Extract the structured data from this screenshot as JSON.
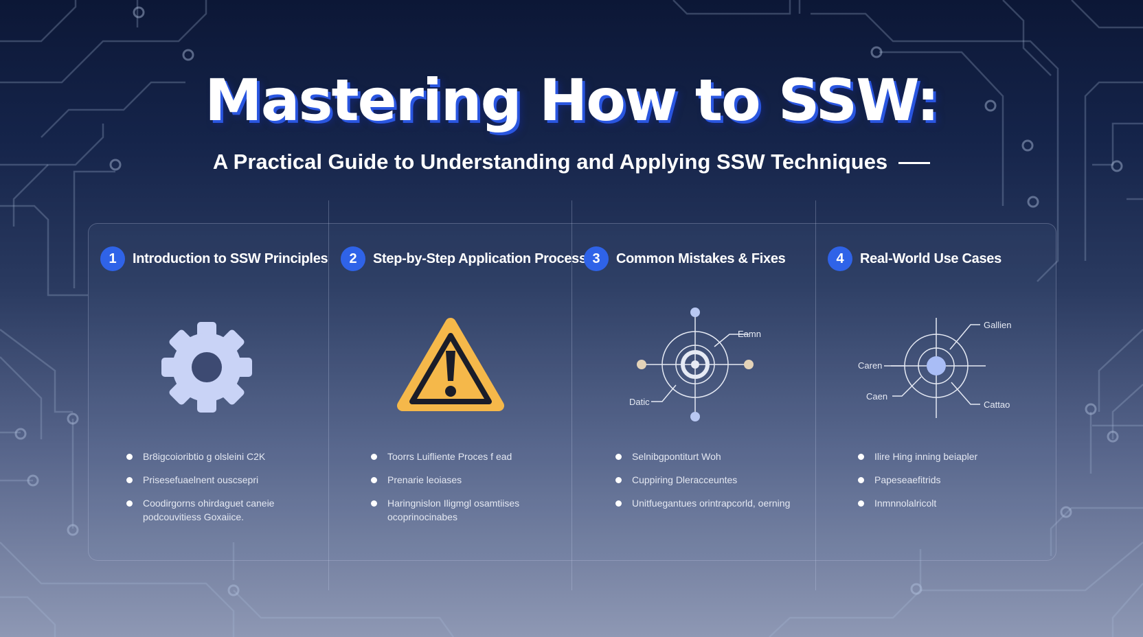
{
  "header": {
    "title": "Mastering How to SSW:",
    "subtitle": "A Practical Guide to Understanding and Applying SSW Techniques"
  },
  "colors": {
    "accent": "#2f63e8",
    "warning": "#f5b84a",
    "gear": "#c9d3f6"
  },
  "sections": [
    {
      "number": "1",
      "title": "Introduction to SSW Principles",
      "icon": "gear-icon",
      "bullets": [
        "Br8igcoioribtio g olsleini C2K",
        "Prisesefuaelnent ouscsepri",
        "Coodirgorns ohirdaguet caneie podcouvitiess Goxaiice."
      ]
    },
    {
      "number": "2",
      "title": "Step-by-Step Application Process",
      "icon": "warning-icon",
      "bullets": [
        "Toorrs Luifliente Proces f ead",
        "Prenarie leoiases",
        "Haringnislon Iligmgl osamtiises ocoprinocinabes"
      ]
    },
    {
      "number": "3",
      "title": "Common Mistakes & Fixes",
      "icon": "target-diagram-icon",
      "diagram_labels": [
        "Eamn",
        "Datic"
      ],
      "bullets": [
        "Selnibgpontiturt Woh",
        "Cuppiring Dleracceuntes",
        "Unitfuegantues orintrapcorld, oerning"
      ]
    },
    {
      "number": "4",
      "title": "Real-World Use Cases",
      "icon": "network-diagram-icon",
      "diagram_labels": [
        "Gallien",
        "Caren",
        "Caen",
        "Cattao"
      ],
      "bullets": [
        "Ilire Hing inning beiapler",
        "Papeseaefitrids",
        "Inmnnolalricolt"
      ]
    }
  ]
}
